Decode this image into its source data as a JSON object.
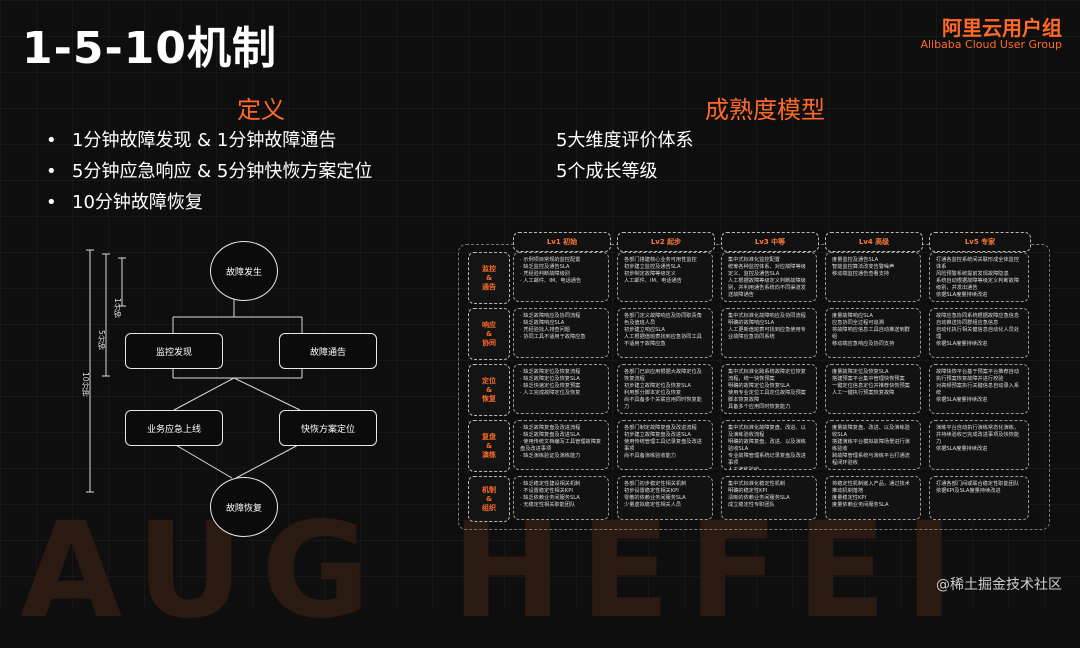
{
  "header": {
    "title": "1-5-10机制",
    "brand_cn": "阿里云用户组",
    "brand_en": "Alibaba Cloud User Group"
  },
  "definition": {
    "title": "定义",
    "items": [
      "1分钟故障发现 & 1分钟故障通告",
      "5分钟应急响应 & 5分钟快恢方案定位",
      "10分钟故障恢复"
    ]
  },
  "maturity": {
    "title": "成熟度模型",
    "items": [
      "5大维度评价体系",
      "5个成长等级"
    ]
  },
  "flow": {
    "fault_occur": "故障发生",
    "monitor": "监控发现",
    "notify": "故障通告",
    "emergency": "业务应急上线",
    "locate": "快恢方案定位",
    "recover": "故障恢复",
    "t1": "1分钟",
    "t5": "5分钟",
    "t10": "10分钟"
  },
  "matrix": {
    "levels": [
      "Lv1 初始",
      "Lv2 起步",
      "Lv3 中等",
      "Lv4 高级",
      "Lv5 专家"
    ],
    "rows": [
      {
        "label": "监控\n&\n通告",
        "cells": [
          "· 示例项目常规的监控配置\n· 缺乏监控及通告SLA\n· 凭经验判断故障级别\n· 人工邮件、IM、电话通告",
          "各部门搭建核心业务可用性监控\n初步建立监控及通告SLA\n初步制定故障等级定义\n人工邮件、IM、电话通告",
          "集中式标准化监控配置\n统筹各种监控体系、对应故障等级定义、监控及通告SLA\n人工根据故障等级定义判断故障级别，并利用通告系统向不同渠道发送故障通告",
          "度量监控及通告SLA\n智能监控算法改变告警噪声\n移动端监控通告查看支持",
          "打通各监控系统间关联形成全体监控体系\n风险预警系统提前发现故障隐患\n系统自动根据故障等级定义判断故障级别，并发出通告\n依据SLA度量持续改进"
        ]
      },
      {
        "label": "响应\n&\n协同",
        "cells": [
          "· 缺乏故障响应及协同流程\n· 缺乏故障响应SLA\n· 凭经验找人排查问题\n· 协同工具不适用于故障应急",
          "各部门定义故障响应及协同职责角色及值班人员\n初步建立响应SLA\n人工根据值班表找到应急协同工具不适用于故障应急",
          "集中式标准化故障响应及协同流程\n明确的故障响应SLA\n人工更新值班表可找到应急使用专业故障应急协同系统",
          "度量故障响应SLA\n应急协同全过程可追溯\n将故障响应信息工具自动推送到群组\n移动端应急响应及协同支持",
          "故障应急协同系统根据故障应急信息自动推送协同群组应急信息\n自动化执行相关健信息自动化人员处理\n依据SLA度量持续改进"
        ]
      },
      {
        "label": "定位\n&\n恢复",
        "cells": [
          "· 缺乏故障定位及恢复流程\n· 缺乏故障定位及恢复SLA\n· 缺乏快速定位及恢复预案\n· 人工完成故障定位及恢复",
          "各部门已启应用根据大故障定位及恢复流程\n初步建立故障定位及恢复SLA\n利用部分脚本定位及恢复\n尚不具备多个关联应用同时恢复能力",
          "集中式标准化跨系统故障定位恢复流程，统一快恢预案\n明确的故障定位及恢复SLA\n使用专业定位工具定位故障及预案脚本恢复故障\n具备多个应用同时恢复能力",
          "度量故障定位及恢复SLA\n搭建预案平台集中管理快恢预案\n一键定位信息定位并推荐快恢预案\n人工一键执行预案恢复故障",
          "故障快恢平台基于预案平台推荐自动执行预案恢复故障并进行校验\n对高频预案执行关键信息自动录入系统\n依据SLA度量持续改进"
        ]
      },
      {
        "label": "复盘\n&\n演练",
        "cells": [
          "· 缺乏故障复盘及改进流程\n· 缺乏故障复盘及改进SLA\n· 使用传统文档编写工具管理故障复盘及改进事项\n· 缺乏演练验证及演练能力",
          "各部门制定故障复盘及改进流程\n初步建立故障复盘及改进SLA\n使用传统管理工具记录复盘及改进事项\n尚不具备演练验收能力",
          "集中式标准化故障复盘、改进、以及演练验收流程\n明确的故障复盘、改进、以及演练验收SLA\n专业故障管理系统记录复盘及改进事项\n人工演练验收",
          "度量故障复盘、改进、以及演练验收SLA\n搭建演练平台模拟故障场景进行演练验收\n跨故障管理系统与演练平台打通流程闭环验收",
          "演练平台自动执行演练常态化演练，并持续验收已完成改进事项及快恢能力\n依据SLA度量持续改进"
        ]
      },
      {
        "label": "机制\n&\n组织",
        "cells": [
          "· 缺乏稳定性建设相关机制\n· 不设置稳定性相关KPI\n· 缺乏依赖业务间服务SLA\n· 无稳定性相关职能团队",
          "各部门初步稳定性相关机制\n初步设置稳定性相关KPI\n零散的依赖业务间服务SLA\n少量虚拟稳定性相关人员",
          "集中式标准化稳定性机制\n明确的稳定性KPI\n清晰的依赖业务间服务SLA\n成立稳定性专职团队",
          "将稳定性机制嵌入产品，通过技术推动机制落地\n度量稳定性KPI\n度量依赖业务间服务SLA",
          "打通各部门间或联合稳定性职能团队\n依据KPI及SLA度量持续改进"
        ]
      }
    ]
  },
  "footer": {
    "credit": "@稀土掘金技术社区",
    "watermark": "AUG HEFEI"
  }
}
